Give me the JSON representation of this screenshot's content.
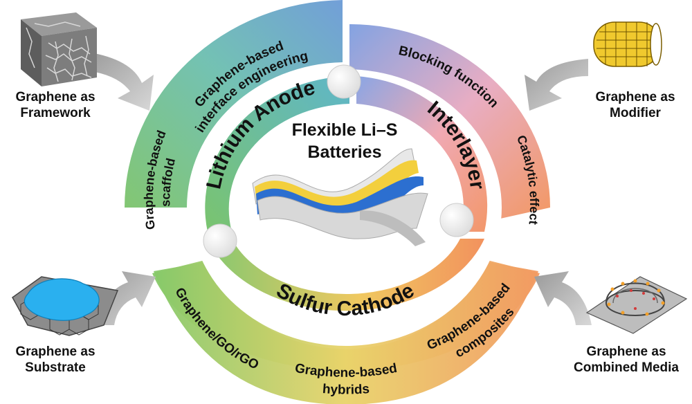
{
  "center": {
    "title_line1": "Flexible Li–S",
    "title_line2": "Batteries"
  },
  "inner_ring": {
    "anode": "Lithium Anode",
    "interlayer": "Interlayer",
    "cathode": "Sulfur Cathode"
  },
  "outer_ring": {
    "interface_line1": "Graphene-based",
    "interface_line2": "interface engineering",
    "scaffold_line1": "Graphene-based",
    "scaffold_line2": "scaffold",
    "blocking": "Blocking function",
    "catalytic": "Catalytic effect",
    "go_rgo": "Graphene/GO/rGO",
    "hybrids_line1": "Graphene-based",
    "hybrids_line2": "hybrids",
    "composites_line1": "Graphene-based",
    "composites_line2": "composites"
  },
  "corners": {
    "framework_line1": "Graphene as",
    "framework_line2": "Framework",
    "modifier_line1": "Graphene as",
    "modifier_line2": "Modifier",
    "substrate_line1": "Graphene as",
    "substrate_line2": "Substrate",
    "combined_line1": "Graphene as",
    "combined_line2": "Combined Media"
  },
  "icons": {
    "framework": "foam-cube-icon",
    "modifier": "nanotube-icon",
    "substrate": "honeycomb-sheet-icon",
    "combined": "graphene-coil-icon"
  },
  "colors": {
    "green": "#7cc36b",
    "teal": "#5bb7c5",
    "blue": "#6d8fd9",
    "pink": "#f0a3a7",
    "orange": "#f0915e",
    "yellow": "#f3d45c",
    "arrow": "#c9c9c9"
  }
}
